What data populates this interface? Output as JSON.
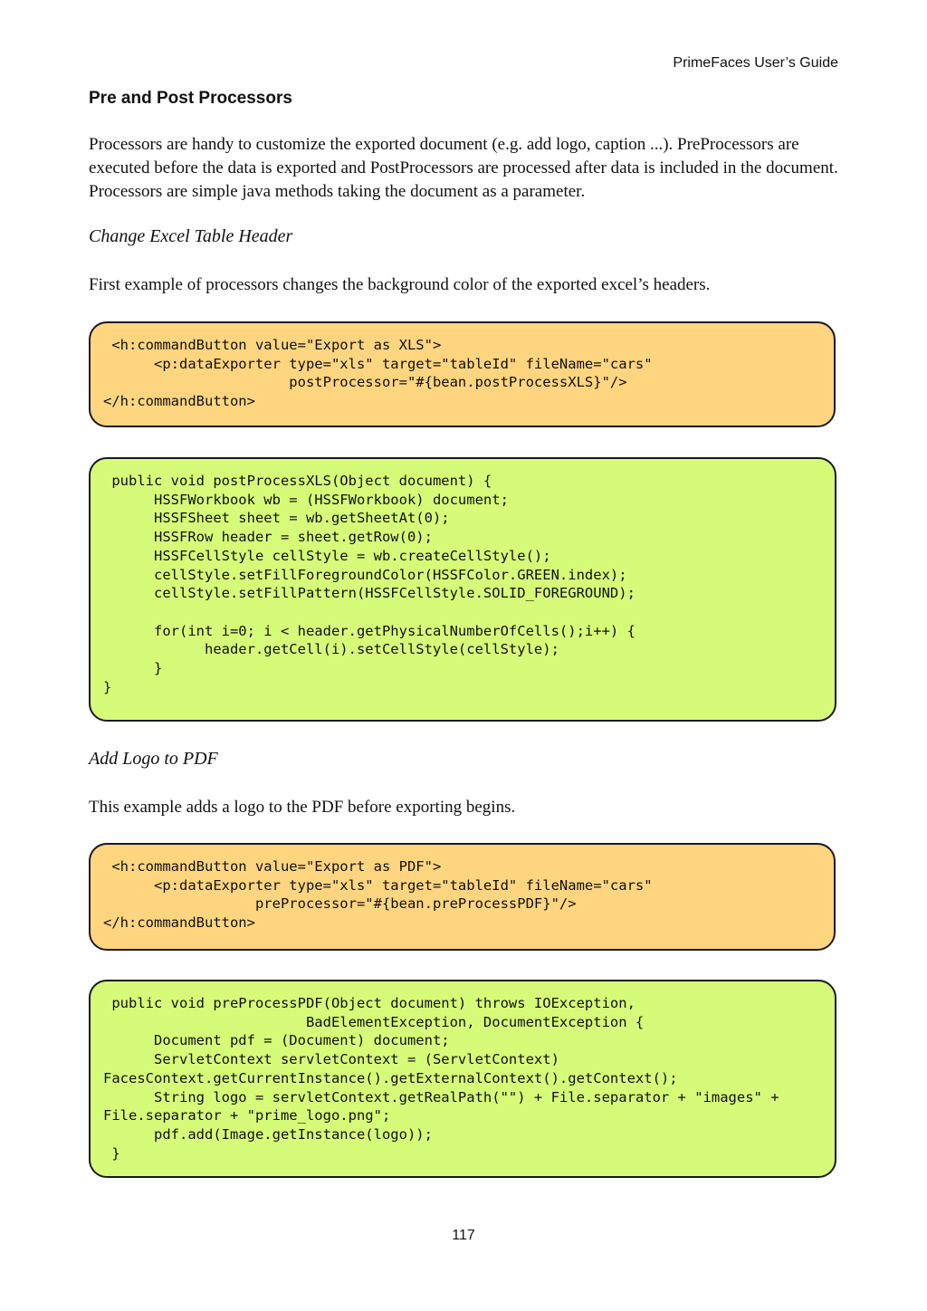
{
  "header": {
    "running_title": "PrimeFaces User’s Guide"
  },
  "section": {
    "title": "Pre and Post Processors",
    "intro": "Processors are handy to customize the exported document (e.g. add logo, caption ...). PreProcessors are executed before the data is exported and PostProcessors are processed after data is included in the document. Processors are simple java methods taking the document as a parameter."
  },
  "example1": {
    "heading": "Change Excel Table Header",
    "description": "First example of processors changes the background color of the exported excel’s headers.",
    "markup_code": " <h:commandButton value=\"Export as XLS\">\n      <p:dataExporter type=\"xls\" target=\"tableId\" fileName=\"cars\"\n                      postProcessor=\"#{bean.postProcessXLS}\"/>\n</h:commandButton>",
    "java_code": " public void postProcessXLS(Object document) {\n      HSSFWorkbook wb = (HSSFWorkbook) document;\n      HSSFSheet sheet = wb.getSheetAt(0);\n      HSSFRow header = sheet.getRow(0);\n      HSSFCellStyle cellStyle = wb.createCellStyle();\n      cellStyle.setFillForegroundColor(HSSFColor.GREEN.index);\n      cellStyle.setFillPattern(HSSFCellStyle.SOLID_FOREGROUND);\n\n      for(int i=0; i < header.getPhysicalNumberOfCells();i++) {\n            header.getCell(i).setCellStyle(cellStyle);\n      }\n}"
  },
  "example2": {
    "heading": "Add Logo to PDF",
    "description": "This example adds a logo to the PDF before exporting begins.",
    "markup_code": " <h:commandButton value=\"Export as PDF\">\n      <p:dataExporter type=\"xls\" target=\"tableId\" fileName=\"cars\"\n                  preProcessor=\"#{bean.preProcessPDF}\"/>\n</h:commandButton>",
    "java_code": " public void preProcessPDF(Object document) throws IOException,\n                        BadElementException, DocumentException {\n      Document pdf = (Document) document;\n      ServletContext servletContext = (ServletContext)\nFacesContext.getCurrentInstance().getExternalContext().getContext();\n      String logo = servletContext.getRealPath(\"\") + File.separator + \"images\" +\nFile.separator + \"prime_logo.png\";\n      pdf.add(Image.getInstance(logo));\n }"
  },
  "footer": {
    "page_number": "117"
  },
  "colors": {
    "markup_box": "#ffd580",
    "java_box": "#d6fb78"
  }
}
